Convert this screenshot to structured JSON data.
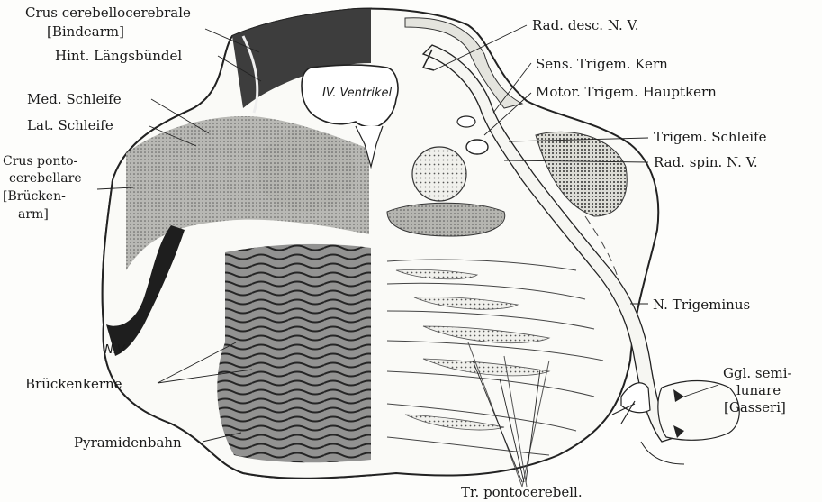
{
  "labels": {
    "crus_cerebello_1": "Crus cerebellocerebrale",
    "crus_cerebello_2": "[Bindearm]",
    "hint_laengs": "Hint. Längsbündel",
    "med_schleife": "Med. Schleife",
    "lat_schleife": "Lat. Schleife",
    "crus_ponto_1": "Crus ponto-",
    "crus_ponto_2": "cerebellare",
    "crus_ponto_3": "[Brücken-",
    "crus_ponto_4": "arm]",
    "nv_root": "N.V",
    "ventrikel": "IV. Ventrikel",
    "brueckenkerne": "Brückenkerne",
    "pyramidenbahn": "Pyramidenbahn",
    "rad_desc": "Rad. desc. N. V.",
    "sens_trigem": "Sens. Trigem. Kern",
    "motor_trigem": "Motor. Trigem. Hauptkern",
    "trigem_schleife": "Trigem. Schleife",
    "rad_spin": "Rad. spin. N. V.",
    "n_trigeminus": "N. Trigeminus",
    "ggl_1": "Ggl. semi-",
    "ggl_2": "lunare",
    "ggl_3": "[Gasseri]",
    "tr_ponto": "Tr. pontocerebell."
  }
}
